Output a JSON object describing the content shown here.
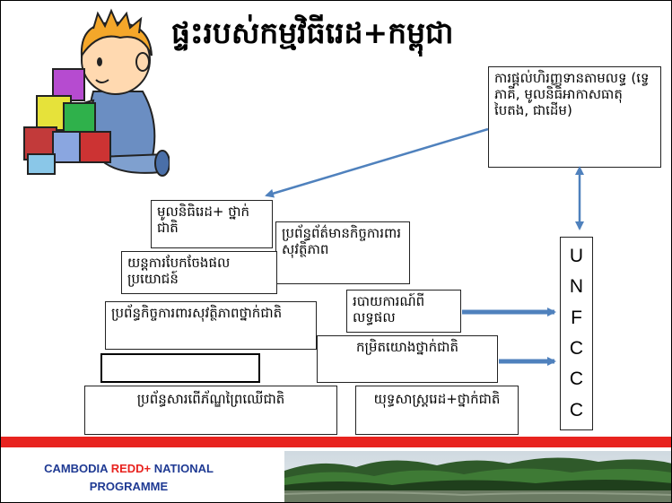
{
  "title": "ផ្ទះរបស់កម្មវិធីរេដ+កម្ពុជា",
  "boxes": {
    "funding": "ការផ្តល់ហិរញ្ញទានតាមលទ្ធ (ទេ្វភាគី, មូលនិធិអាកាសធាតុបៃតង, ជាដើម)",
    "national_fund": "មូលនិធិរេដ+ ថ្នាក់ជាតិ",
    "info_system": "ប្រព័ន្ធព័ត៌មានកិច្ចការពារសុវត្ថិភាព",
    "benefit_sharing": "យន្តការបែកចែងផលប្រយោជន៍",
    "safeguards_system": "ប្រព័ន្ធកិច្ចការពារសុវត្ថិភាពថ្នាក់ជាតិ",
    "results_report": "របាយការណ៍ពីលទ្ធផល",
    "reference_level": "កម្រិតយោងថ្នាក់ជាតិ",
    "empty": "",
    "forest_monitoring": "ប្រព័ន្ធសារពើភ័ណ្ឌព្រៃឈើជាតិ",
    "strategy": "យុទ្ធសាស្រ្តរេដ+ថ្នាក់ជាតិ"
  },
  "unfccc_letters": [
    "U",
    "N",
    "F",
    "C",
    "C",
    "C"
  ],
  "footer": {
    "line1_a": "CAMBODIA ",
    "line1_b": "REDD+",
    "line1_c": " NATIONAL",
    "line2": "PROGRAMME"
  },
  "colors": {
    "arrow": "#4f81bd",
    "footer_bar": "#e8231f",
    "footer_text": "#1f3a93"
  }
}
